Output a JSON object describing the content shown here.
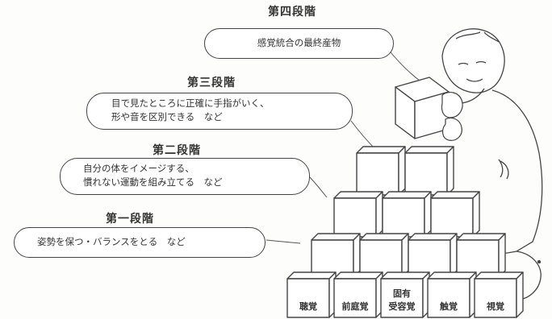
{
  "stages": [
    {
      "title": "第四段階",
      "lines": [
        "感覚統合の最終産物"
      ]
    },
    {
      "title": "第三段階",
      "lines": [
        "目で見たところに正確に手指がいく、",
        "形や音を区別できる　など"
      ]
    },
    {
      "title": "第二段階",
      "lines": [
        "自分の体をイメージする、",
        "慣れない運動を組み立てる　など"
      ]
    },
    {
      "title": "第一段階",
      "lines": [
        "姿勢を保つ・バランスをとる　など"
      ]
    }
  ],
  "base_blocks": [
    "聴覚",
    "前庭覚",
    "固有受容覚",
    "触覚",
    "視覚"
  ],
  "base_block_lines": [
    [
      "聴覚"
    ],
    [
      "前庭覚"
    ],
    [
      "固有",
      "受容覚"
    ],
    [
      "触覚"
    ],
    [
      "視覚"
    ]
  ]
}
